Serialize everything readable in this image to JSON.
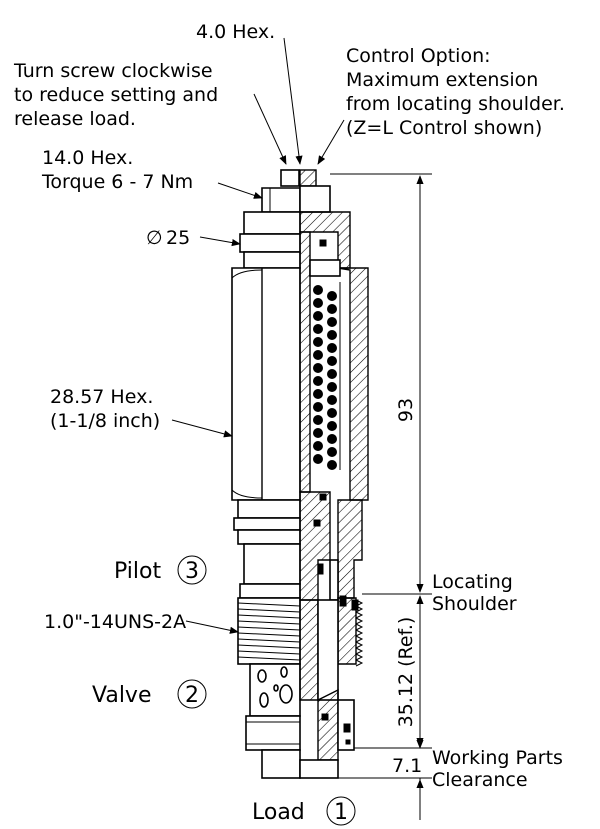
{
  "labels": {
    "hex_small": "4.0 Hex.",
    "turn_screw": [
      "Turn screw clockwise",
      "to reduce setting and",
      "release load."
    ],
    "control_option": [
      "Control Option:",
      "Maximum extension",
      "from locating shoulder.",
      "(Z=L Control shown)"
    ],
    "hex14": [
      "14.0 Hex.",
      "Torque 6 - 7 Nm"
    ],
    "diameter": "25",
    "diameter_symbol": "∅",
    "hex2857": [
      "28.57 Hex.",
      "(1-1/8 inch)"
    ],
    "pilot": "Pilot",
    "pilot_num": "3",
    "thread": "1.0\"-14UNS-2A",
    "valve": "Valve",
    "valve_num": "2",
    "load": "Load",
    "load_num": "1",
    "locating_shoulder": [
      "Locating",
      "Shoulder"
    ],
    "working_parts": [
      "Working Parts",
      "Clearance"
    ]
  },
  "dimensions": {
    "overall": "93",
    "shoulder_to_end": "35.12 (Ref.)",
    "clearance": "7.1"
  }
}
